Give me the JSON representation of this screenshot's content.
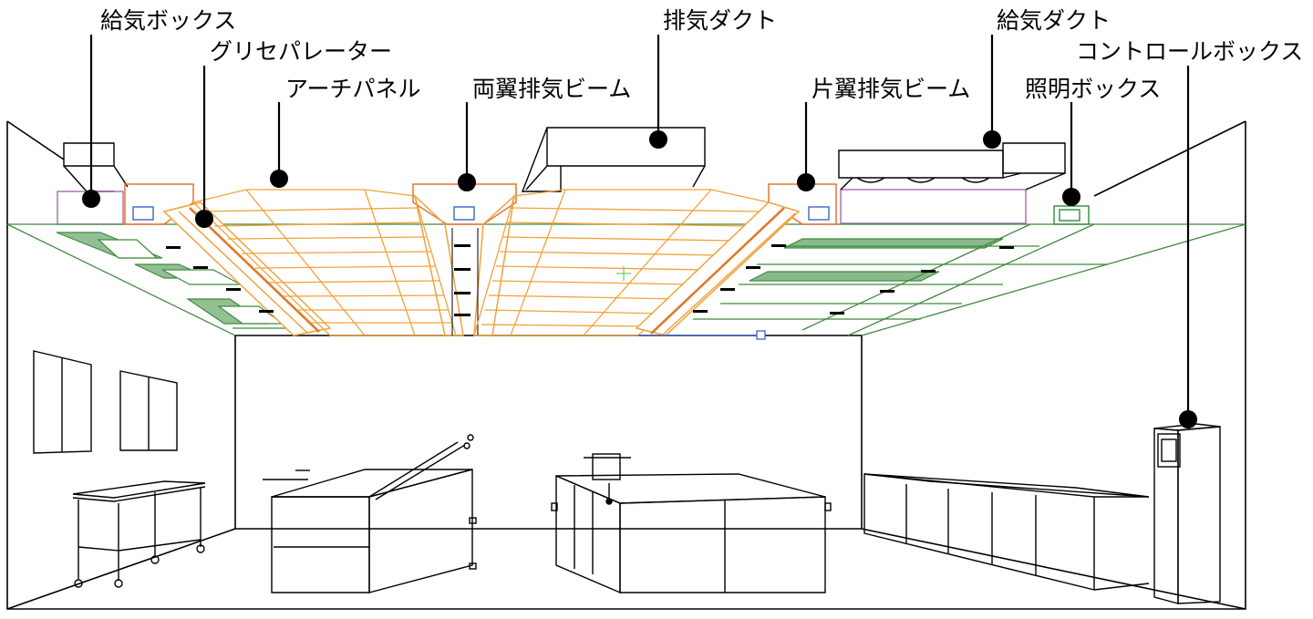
{
  "colors": {
    "line": "#000000",
    "ceiling_grid": "#3d8a3d",
    "panel": "#f2a23a",
    "panel_dark": "#e07a2a",
    "hood_box": "#e8742c",
    "supply_box": "#a868b8",
    "light_box": "#2e8b3e",
    "nozzle": "#3d63c8"
  },
  "labels": {
    "supply_box": "給気ボックス",
    "grease_filter": "グリセパレーター",
    "arch_panel": "アーチパネル",
    "double_beam": "両翼排気ビーム",
    "exhaust_duct": "排気ダクト",
    "single_beam": "片翼排気ビーム",
    "supply_duct": "給気ダクト",
    "control_box": "コントロールボックス",
    "lighting_box": "照明ボックス"
  }
}
